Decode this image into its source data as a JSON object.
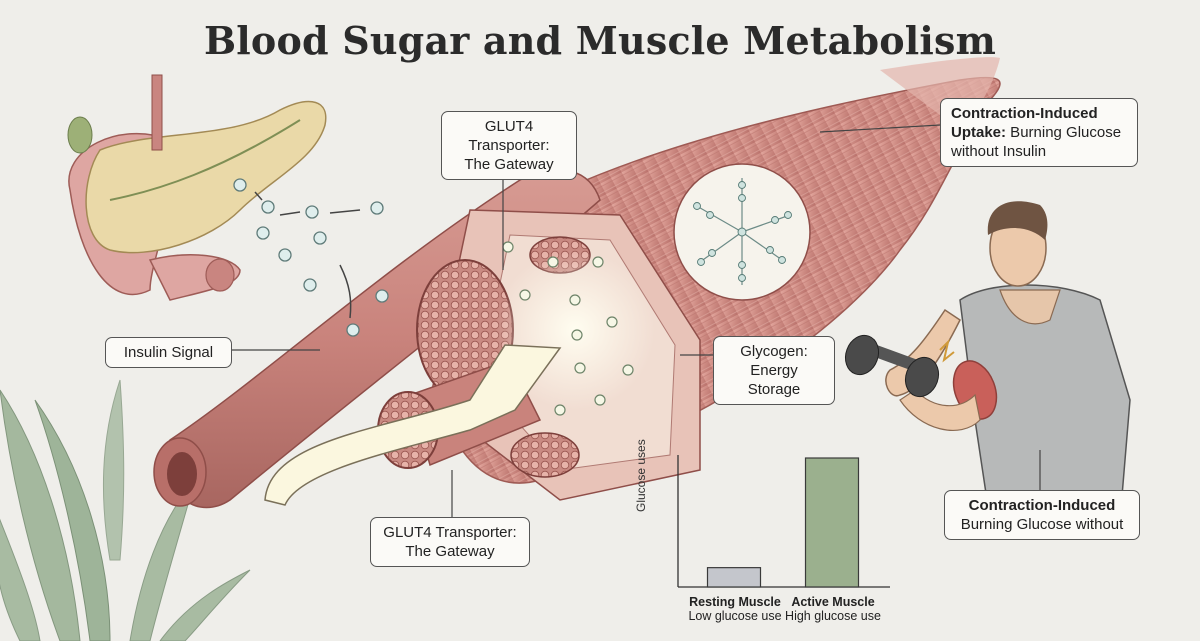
{
  "title": "Blood Sugar and Muscle Metabolism",
  "callouts": {
    "glut4_top": {
      "line1": "GLUT4 Transporter:",
      "line2": "The Gateway"
    },
    "contraction_top": {
      "line1": "Contraction-Induced",
      "line2_bold": "Uptake:",
      "line2_rest": " Burning Glucose",
      "line3": "without Insulin"
    },
    "insulin": {
      "label": "Insulin Signal"
    },
    "glycogen": {
      "line1": "Glycogen:",
      "line2": "Energy Storage"
    },
    "glut4_bottom": {
      "line1": "GLUT4 Transporter:",
      "line2": "The Gateway"
    },
    "contraction_bottom": {
      "line1": "Contraction-Induced",
      "line2": "Burning Glucose without"
    }
  },
  "chart_data": {
    "type": "bar",
    "categories": [
      "Resting Muscle",
      "Active Muscle"
    ],
    "sublabels": [
      "Low glucose use",
      "High glucose use"
    ],
    "values": [
      0.15,
      1.0
    ],
    "ylabel": "Glucose uses",
    "colors": [
      "#c4c6cc",
      "#9bb08e"
    ]
  },
  "colors": {
    "muscle": "#c9837c",
    "muscle_dark": "#a85a54",
    "pancreas": "#ead9a8",
    "intestine": "#dea6a2",
    "glucose": "#6f8a88",
    "leaf": "#7f9b7a"
  }
}
